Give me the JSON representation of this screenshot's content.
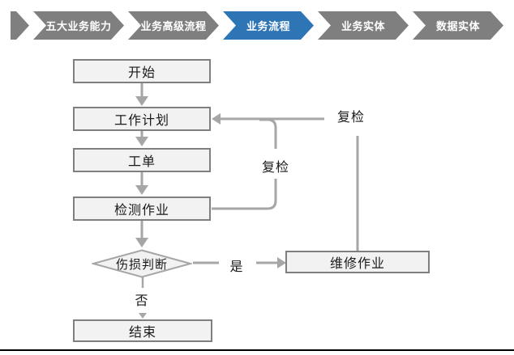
{
  "breadcrumb": {
    "items": [
      {
        "label": "五大业务能力",
        "active": false
      },
      {
        "label": "业务高级流程",
        "active": false
      },
      {
        "label": "业务流程",
        "active": true
      },
      {
        "label": "业务实体",
        "active": false
      },
      {
        "label": "数据实体",
        "active": false
      }
    ]
  },
  "flowchart": {
    "nodes": {
      "start": {
        "label": "开始"
      },
      "plan": {
        "label": "工作计划"
      },
      "order": {
        "label": "工单"
      },
      "inspect": {
        "label": "检测作业"
      },
      "judge": {
        "label": "伤损判断"
      },
      "repair": {
        "label": "维修作业"
      },
      "end": {
        "label": "结束"
      }
    },
    "edge_labels": {
      "recheck_left": "复检",
      "recheck_right": "复检",
      "yes": "是",
      "no": "否"
    }
  },
  "colors": {
    "tab_gray": "#7F7F7F",
    "tab_active": "#2E75B6",
    "tab_text": "#FFFFFF",
    "node_fill": "#F2F2F2",
    "node_border": "#7F7F7F",
    "connector": "#A6A6A6",
    "label_text": "#1A1A1A",
    "bottom_rule": "#000000"
  }
}
